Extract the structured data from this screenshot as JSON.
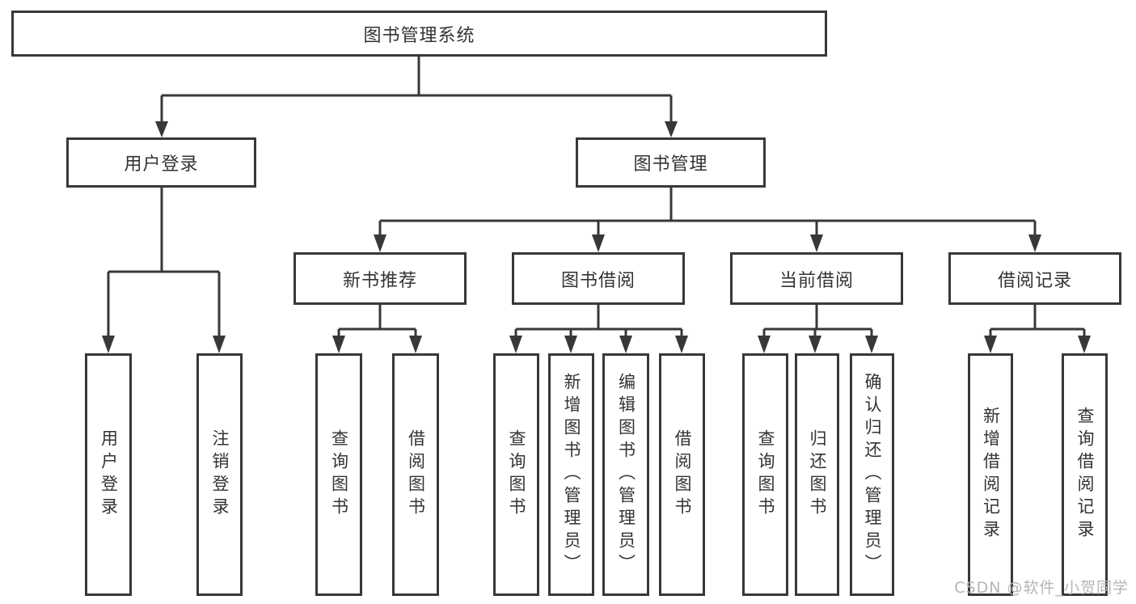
{
  "tree": {
    "root": {
      "label": "图书管理系统"
    },
    "user_login": {
      "label": "用户登录",
      "children": {
        "login": {
          "label": "用户登录"
        },
        "logout": {
          "label": "注销登录"
        }
      }
    },
    "book_management": {
      "label": "图书管理",
      "children": {
        "new_book_recommend": {
          "label": "新书推荐",
          "children": {
            "query_books": {
              "label": "查询图书"
            },
            "borrow_books": {
              "label": "借阅图书"
            }
          }
        },
        "book_borrowing": {
          "label": "图书借阅",
          "children": {
            "query_books": {
              "label": "查询图书"
            },
            "add_books_admin": {
              "label": "新增图书（管理员）"
            },
            "edit_books_admin": {
              "label": "编辑图书（管理员）"
            },
            "borrow_books": {
              "label": "借阅图书"
            }
          }
        },
        "current_borrowing": {
          "label": "当前借阅",
          "children": {
            "query_books": {
              "label": "查询图书"
            },
            "return_books": {
              "label": "归还图书"
            },
            "confirm_return_admin": {
              "label": "确认归还（管理员）"
            }
          }
        },
        "borrow_records": {
          "label": "借阅记录",
          "children": {
            "add_borrow_record": {
              "label": "新增借阅记录"
            },
            "query_borrow_record": {
              "label": "查询借阅记录"
            }
          }
        }
      }
    }
  },
  "watermark": {
    "text": "CSDN @软件_小贺同学"
  },
  "colors": {
    "line": "#383838",
    "text": "#333333",
    "watermark": "#b5b5b5",
    "background": "#ffffff"
  }
}
